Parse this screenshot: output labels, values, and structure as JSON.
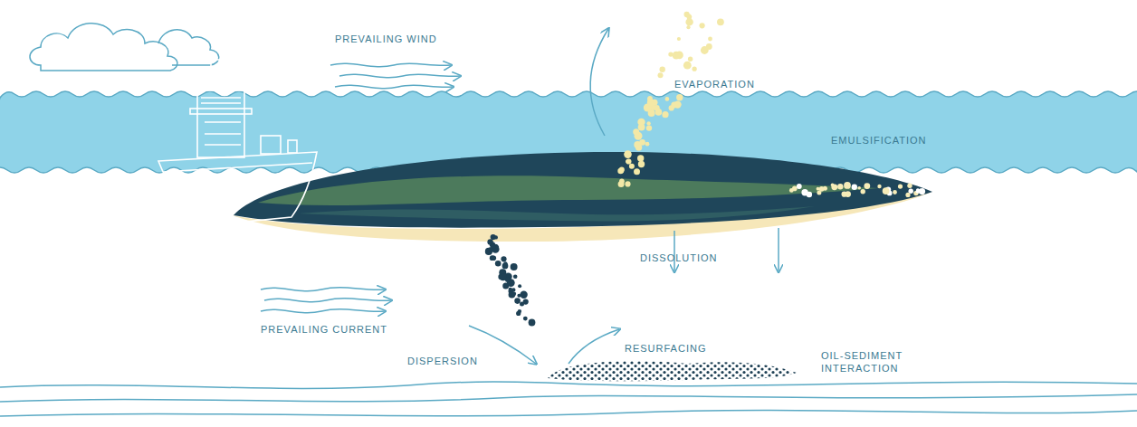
{
  "diagram": {
    "labels": [
      "PREVAILING WIND",
      "EVAPORATION",
      "EMULSIFICATION",
      "DISSOLUTION",
      "PREVAILING CURRENT",
      "DISPERSION",
      "RESURFACING",
      "OIL-SEDIMENT INTERACTION"
    ]
  }
}
